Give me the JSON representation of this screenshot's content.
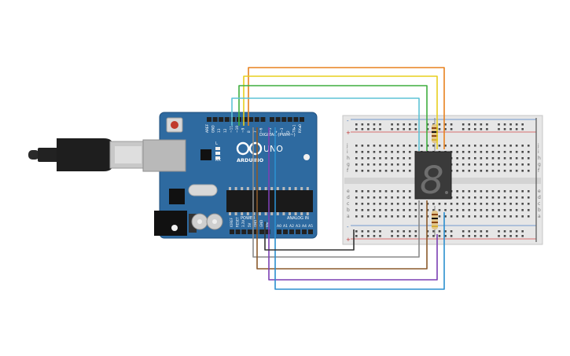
{
  "arduino": {
    "digital_header": "DIGITAL (PWM~)",
    "brand": "ARDUINO",
    "model": "UNO",
    "tx": "TX",
    "rx": "RX",
    "l_led": "L",
    "power_label": "POWER",
    "analog_label": "ANALOG IN",
    "digital_pins": [
      "AREF",
      "GND",
      "13",
      "12",
      "~11",
      "~10",
      "~9",
      "8",
      "7",
      "~6",
      "~5",
      "4",
      "~3",
      "2",
      "TX▸1",
      "RX◂0"
    ],
    "power_pins": [
      "IOREF",
      "RESET",
      "3.3V",
      "5V",
      "GND",
      "GND",
      "Vin"
    ],
    "analog_pins": [
      "A0",
      "A1",
      "A2",
      "A3",
      "A4",
      "A5"
    ]
  },
  "breadboard": {
    "row_letters_top": [
      "j",
      "i",
      "h",
      "g",
      "f"
    ],
    "row_letters_bottom": [
      "e",
      "d",
      "c",
      "b",
      "a"
    ],
    "plus": "+",
    "minus": "-"
  },
  "display": {
    "digit": "8"
  },
  "colors": {
    "board": "#2e6aa0",
    "board_edge": "#1f4f7d",
    "breadboard": "#e6e6e6",
    "wire_orange": "#e8821e",
    "wire_yellow": "#e8cf1e",
    "wire_green": "#3fae3f",
    "wire_cyan": "#5ec3d6",
    "wire_gray": "#8a8a8a",
    "wire_brown": "#8b5a2b",
    "wire_purple": "#7b3fb3",
    "wire_blue": "#2b8fcf",
    "wire_black": "#333333"
  }
}
